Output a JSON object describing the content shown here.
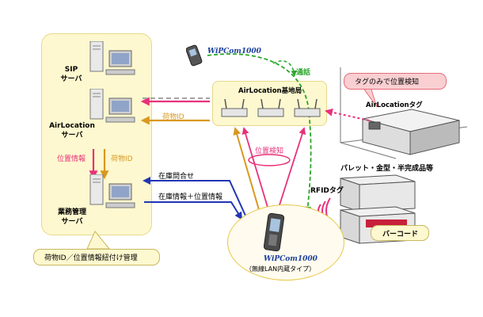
{
  "servers": {
    "sip": "SIP\nサーバ",
    "airlocation": "AirLocation\nサーバ",
    "business": "業務管理\nサーバ"
  },
  "labels": {
    "wipcom_top": "WiPCom1000",
    "tsuwa": "通話",
    "base_station": "AirLocation基地局",
    "tag_only_callout": "タグのみで位置検知",
    "airlocation_tag": "AirLocationタグ",
    "cargo_id_top": "荷物ID",
    "location_info": "位置情報",
    "cargo_id_left": "荷物ID",
    "position_detect": "位置検知",
    "pallet": "パレット・金型・半完成品等",
    "rfid_tag": "RFIDタグ",
    "stock_inquiry": "在庫問合せ",
    "stock_info": "在庫情報＋位置情報",
    "barcode": "バーコード",
    "mgmt_callout": "荷物ID／位置情報紐付け管理",
    "wipcom_bottom": "WiPCom1000",
    "wipcom_bottom_sub": "（無線LAN内蔵タイプ）"
  },
  "colors": {
    "pink": "#e8317a",
    "orange": "#d99820",
    "blue": "#2236b5",
    "green": "#2aa52a",
    "panel": "#fdf8cf"
  }
}
